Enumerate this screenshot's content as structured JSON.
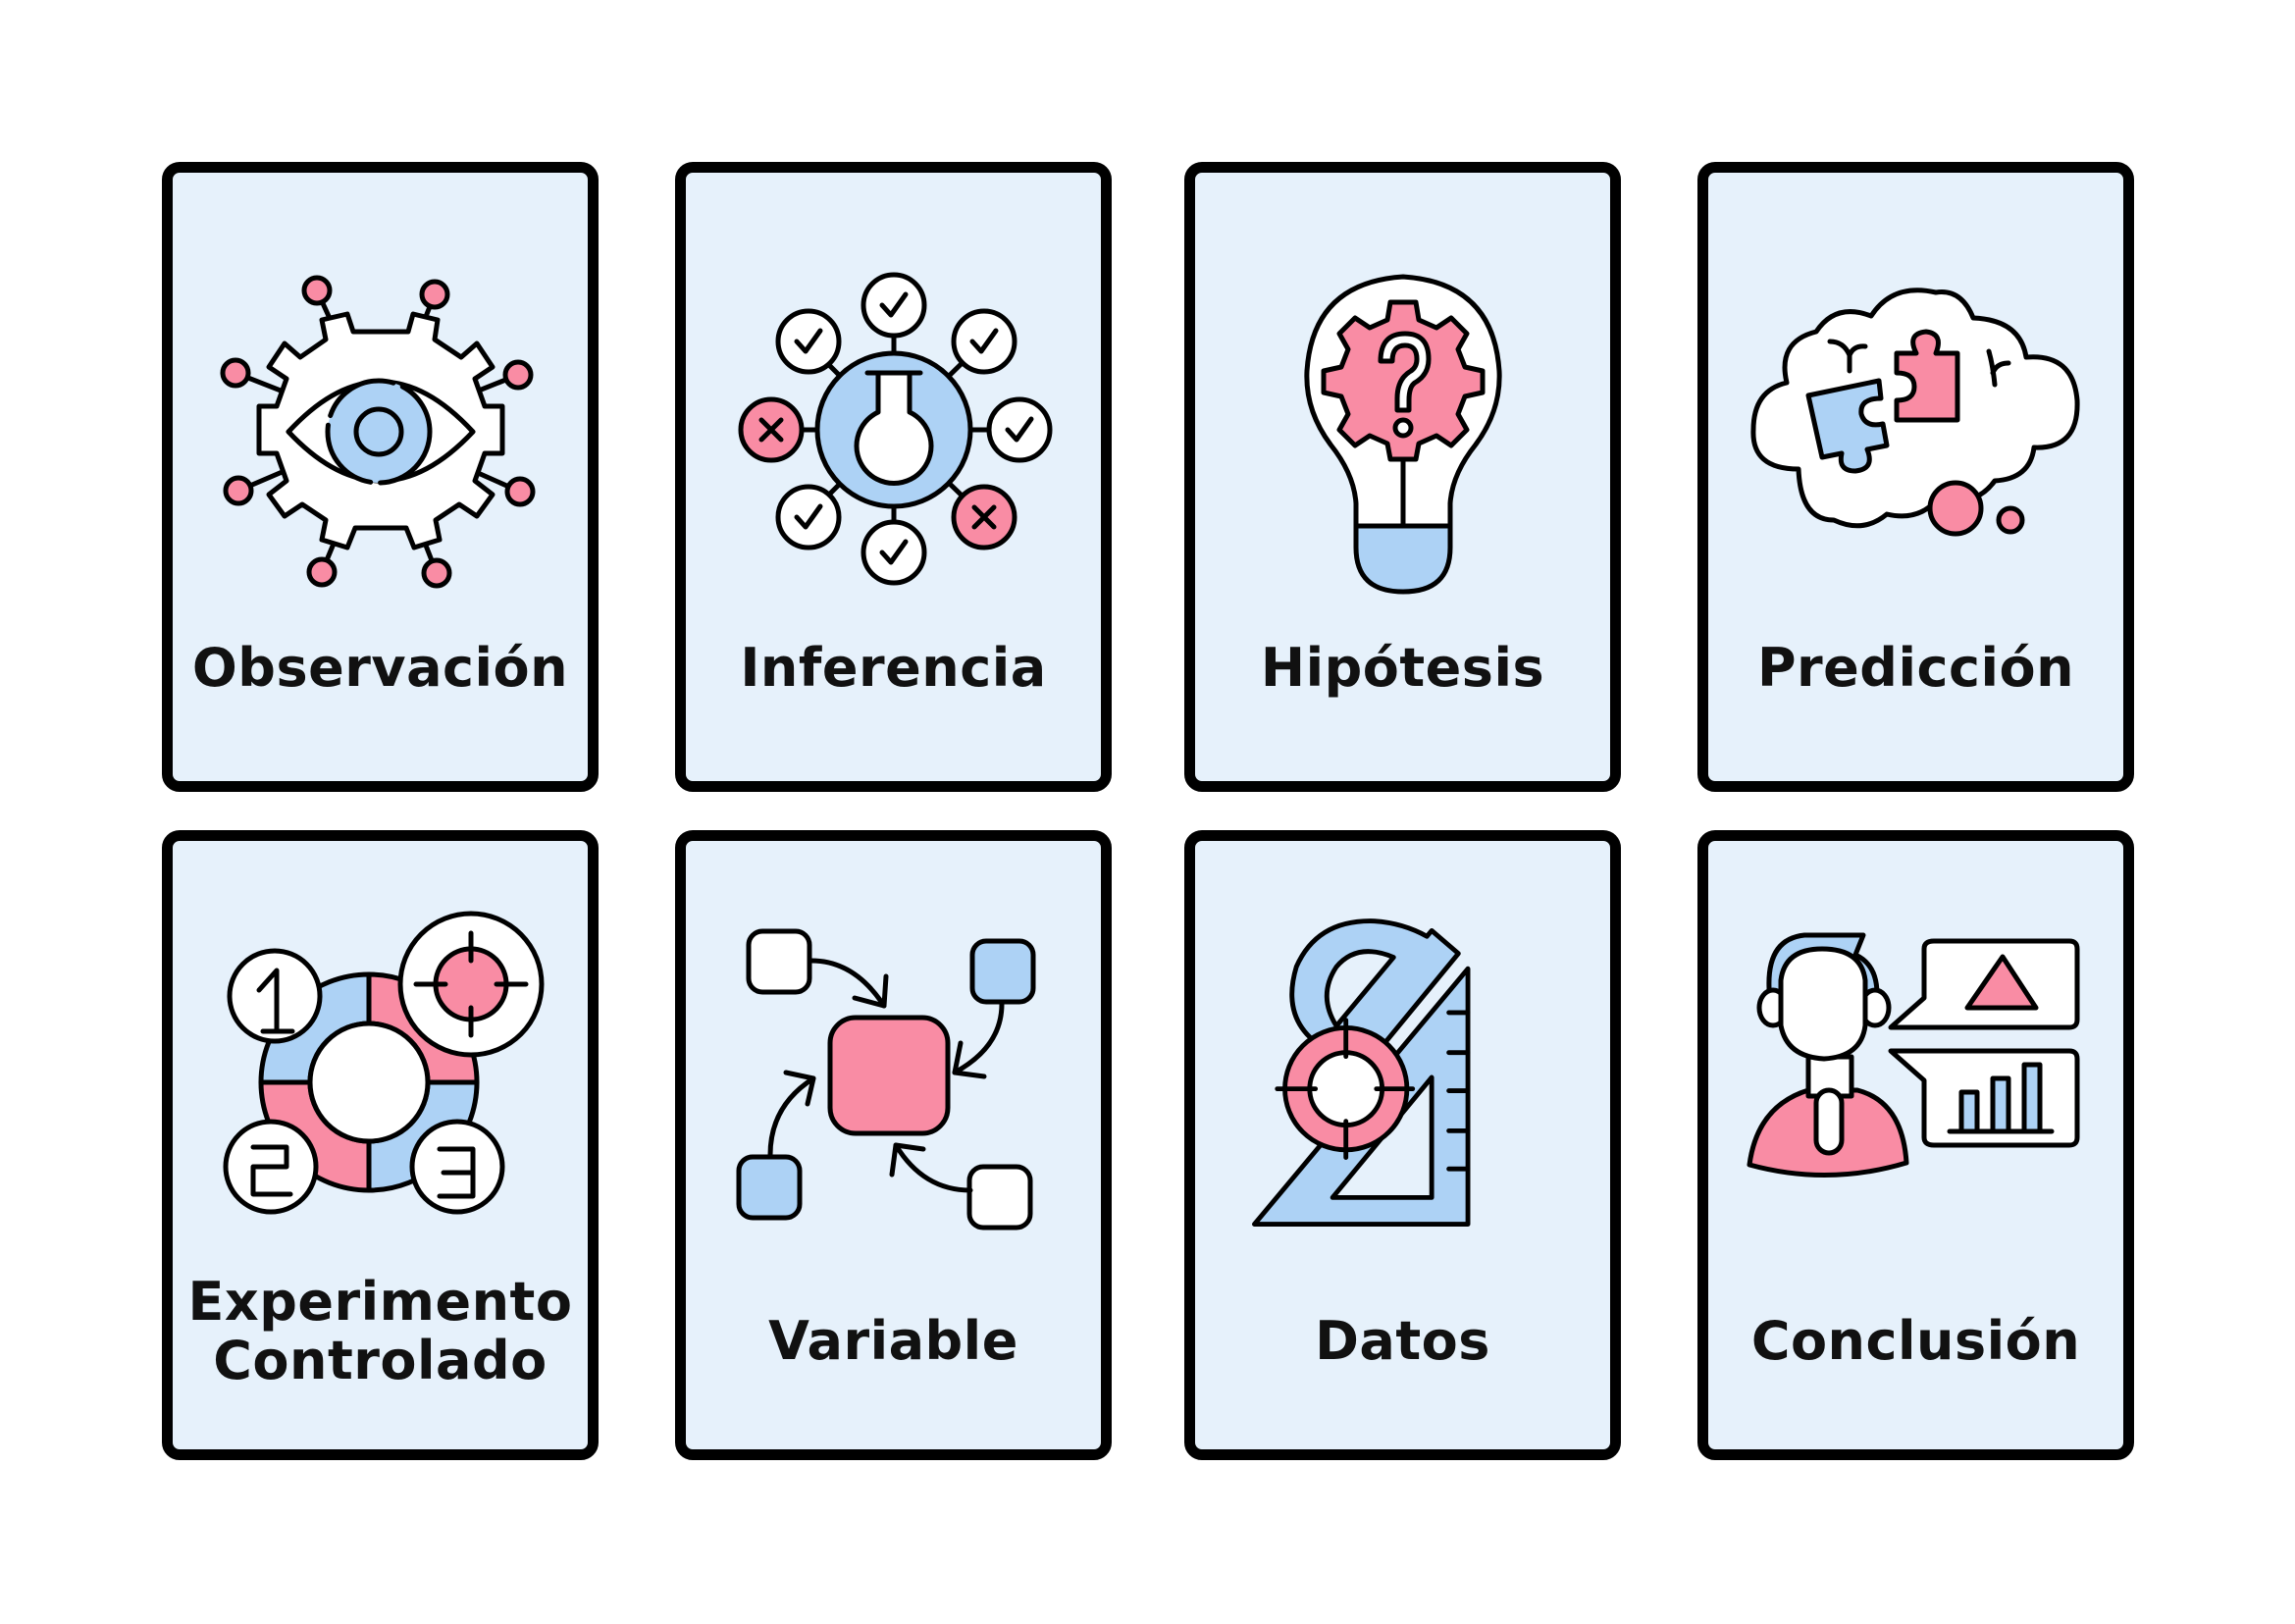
{
  "colors": {
    "card_background": "#E6F1FB",
    "card_border": "#000000",
    "accent_pink": "#F98CA4",
    "accent_blue": "#ADD2F5",
    "icon_white": "#FFFFFF"
  },
  "cards": [
    {
      "label": "Observación",
      "icon": "eye-gear-icon"
    },
    {
      "label": "Inferencia",
      "icon": "flask-network-icon"
    },
    {
      "label": "Hipótesis",
      "icon": "lightbulb-question-icon"
    },
    {
      "label": "Predicción",
      "icon": "thought-puzzle-icon"
    },
    {
      "label_lines": [
        "Experimento",
        "Controlado"
      ],
      "icon": "numbered-target-ring-icon"
    },
    {
      "label": "Variable",
      "icon": "variable-arrows-icon"
    },
    {
      "label": "Datos",
      "icon": "ruler-protractor-target-icon"
    },
    {
      "label": "Conclusión",
      "icon": "presenter-charts-icon"
    }
  ]
}
